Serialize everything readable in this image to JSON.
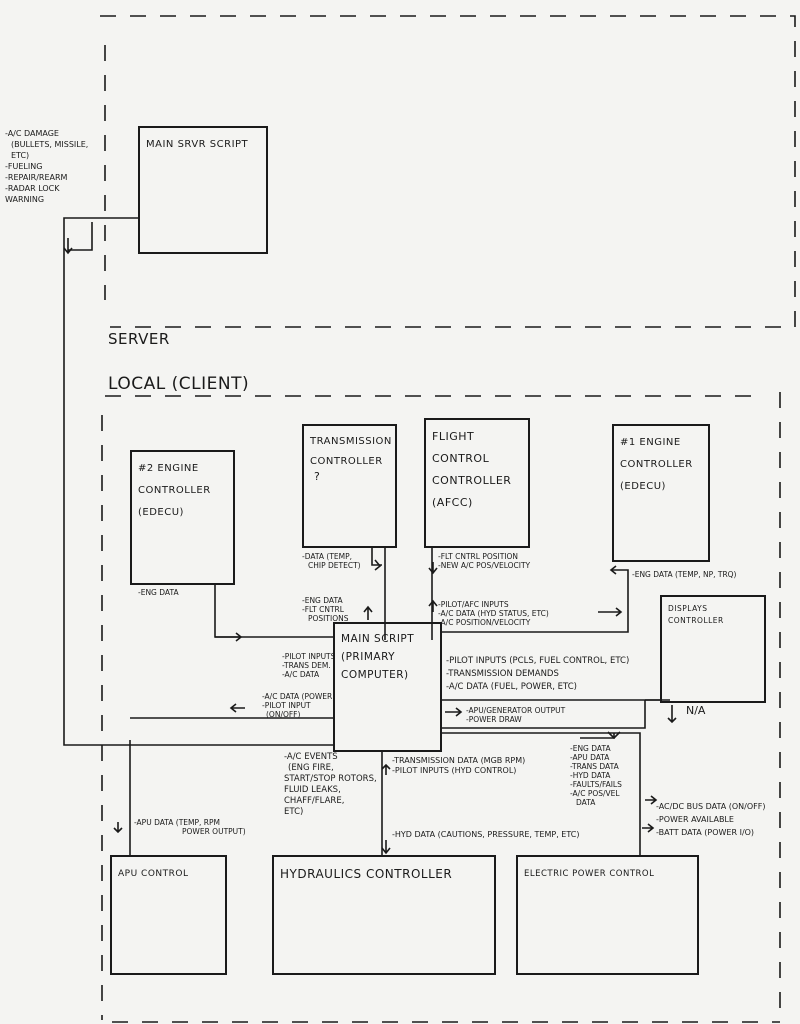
{
  "regions": {
    "server": "SERVER",
    "local": "LOCAL (CLIENT)"
  },
  "boxes": {
    "main_srvr": "MAIN SRVR SCRIPT",
    "transmission": "TRANSMISSION CONTROLLER",
    "transmission_mark": "?",
    "flight": "FLIGHT CONTROL CONTROLLER (AFCC)",
    "engine1": "#1 ENGINE CONTROLLER (EDECU)",
    "engine2": "#2 ENGINE CONTROLLER (EDECU)",
    "displays": "DISPLAYS CONTROLLER",
    "main_script": "MAIN SCRIPT (PRIMARY COMPUTER)",
    "apu": "APU CONTROL",
    "hydraulics": "HYDRAULICS CONTROLLER",
    "electric": "ELECTRIC POWER CONTROL"
  },
  "notes": {
    "server_events": [
      "-A/C DAMAGE",
      "(BULLETS, MISSILE,",
      "ETC)",
      "-FUELING",
      "-REPAIR/REARM",
      "-RADAR LOCK",
      "WARNING"
    ],
    "engine2_out": [
      "-ENG DATA"
    ],
    "trans_out": [
      "-DATA (TEMP,",
      "CHIP DETECT)"
    ],
    "trans_in": [
      "-ENG DATA",
      "-FLT CNTRL",
      "POSITIONS"
    ],
    "flight_out": [
      "-FLT CNTRL POSITION",
      "-NEW A/C POS/VELOCITY"
    ],
    "flight_in": [
      "-PILOT/AFC INPUTS",
      "-A/C DATA (HYD STATUS, ETC)",
      "-A/C POSITION/VELOCITY"
    ],
    "engine1_out": [
      "-ENG DATA (TEMP, NP, TRQ)"
    ],
    "engine2_in": [
      "-PILOT INPUTS",
      "-TRANS DEM.",
      "-A/C DATA"
    ],
    "apu_link": [
      "-A/C DATA (POWER)",
      "-PILOT INPUT",
      "(ON/OFF)"
    ],
    "main_right": [
      "-PILOT INPUTS (PCLS, FUEL CONTROL, ETC)",
      "-TRANSMISSION DEMANDS",
      "-A/C DATA (FUEL, POWER, ETC)"
    ],
    "apu_gen": [
      "-APU/GENERATOR OUTPUT",
      "-POWER DRAW"
    ],
    "displays_na": "N/A",
    "ac_events": [
      "-A/C EVENTS",
      "(ENG FIRE,",
      "START/STOP ROTORS,",
      "FLUID LEAKS,",
      "CHAFF/FLARE,",
      "ETC)"
    ],
    "hyd_in": [
      "-TRANSMISSION DATA (MGB RPM)",
      "-PILOT INPUTS (HYD CONTROL)"
    ],
    "electric_in": [
      "-ENG DATA",
      "-APU DATA",
      "-TRANS DATA",
      "-HYD DATA",
      "-FAULTS/FAILS",
      "-A/C POS/VEL",
      "DATA"
    ],
    "apu_out": [
      "-APU DATA (TEMP, RPM",
      "POWER OUTPUT)"
    ],
    "hyd_out": [
      "-HYD DATA (CAUTIONS, PRESSURE, TEMP, ETC)"
    ],
    "electric_out": [
      "-AC/DC BUS DATA (ON/OFF)",
      "-POWER AVAILABLE",
      "-BATT DATA (POWER I/O)"
    ]
  }
}
